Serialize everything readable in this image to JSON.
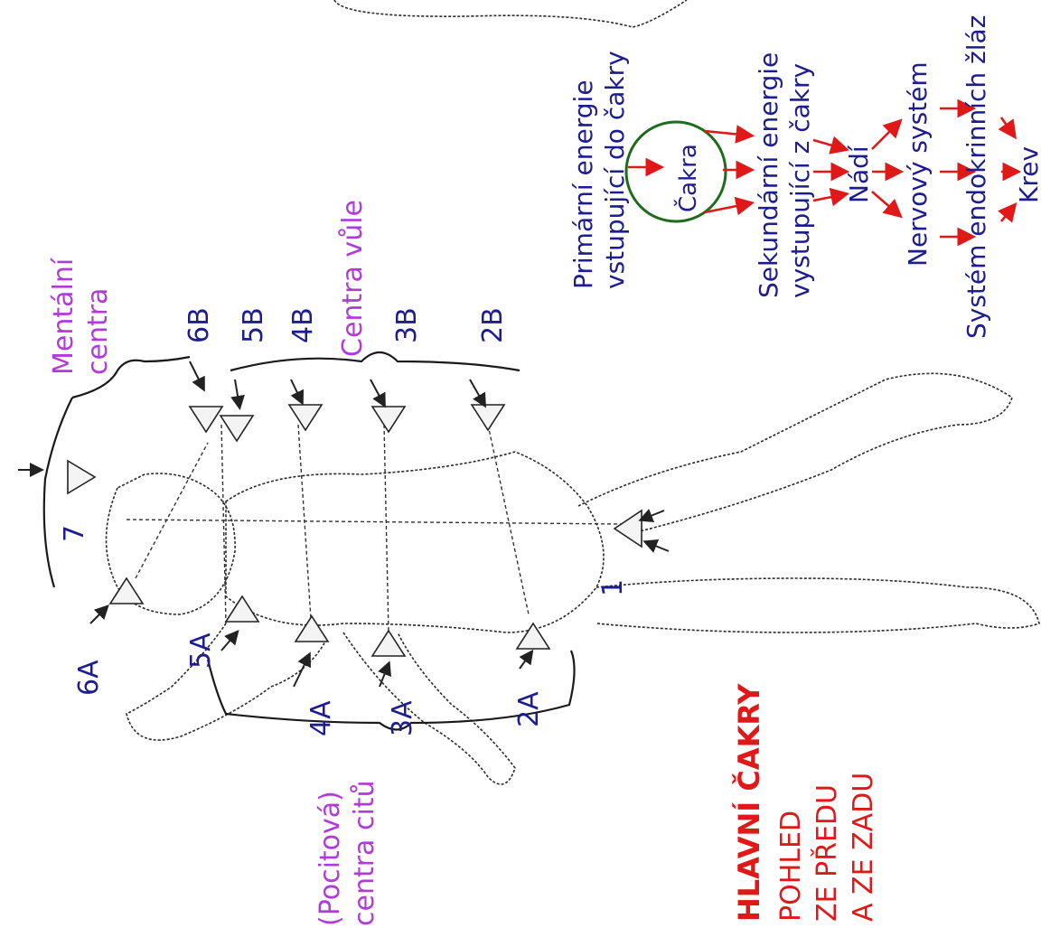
{
  "flow": {
    "primary": [
      "Primární energie",
      "vstupující do čakry"
    ],
    "cakra": "Čakra",
    "secondary": [
      "Sekundární energie",
      "vystupující z čakry"
    ],
    "nadi": "Nádí",
    "nervous": "Nervový systém",
    "endocrine": "Systém endokrinních žláz",
    "blood": "Krev"
  },
  "groups": {
    "mental": [
      "Mentální",
      "centra"
    ],
    "will": "Centra vůle",
    "feeling": [
      "(Pocitová)",
      "centra citů"
    ]
  },
  "chakras": {
    "c7": "7",
    "c6b": "6B",
    "c5b": "5B",
    "c4b": "4B",
    "c3b": "3B",
    "c2b": "2B",
    "c1": "1",
    "c6a": "6A",
    "c5a": "5A",
    "c4a": "4A",
    "c3a": "3A",
    "c2a": "2A"
  },
  "caption": {
    "title": "HLAVNÍ ČAKRY",
    "line2": "POHLED",
    "line3": "ZE PŘEDU",
    "line4": "A ZE ZADU"
  },
  "colors": {
    "blue": "#1d1d8f",
    "violet": "#b13bd6",
    "red": "#e01818",
    "circle": "#1e6b1e"
  }
}
